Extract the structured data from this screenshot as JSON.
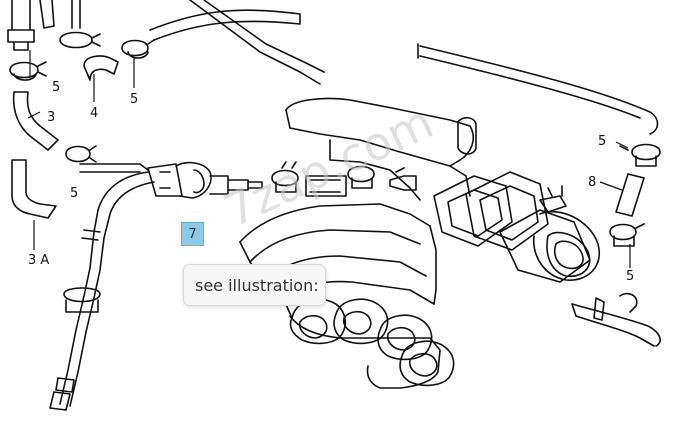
{
  "watermark": "7zap.com",
  "hotspot": {
    "label": "7",
    "color": "#8ecae6"
  },
  "tooltip": {
    "text": "see illustration:"
  },
  "callouts": {
    "c5a": "5",
    "c3": "3",
    "c4": "4",
    "c5b": "5",
    "c5c": "5",
    "c3a": "3 A",
    "c5r1": "5",
    "c8": "8",
    "c5r2": "5"
  }
}
